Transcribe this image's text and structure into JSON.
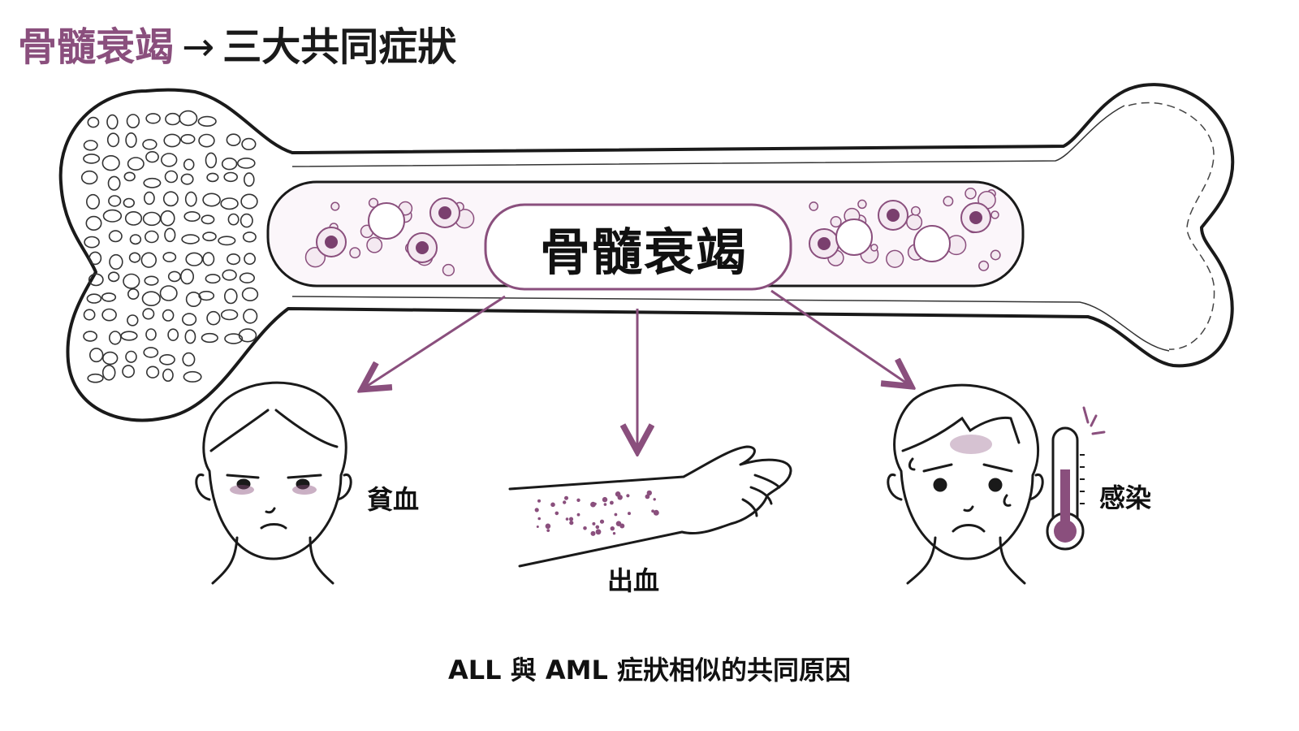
{
  "title": {
    "highlight": "骨髓衰竭",
    "arrow": "→",
    "rest": "三大共同症狀"
  },
  "center_label": "骨髓衰竭",
  "symptoms": [
    {
      "label": "貧血"
    },
    {
      "label": "出血"
    },
    {
      "label": "感染"
    }
  ],
  "footer": "ALL 與 AML 症狀相似的共同原因",
  "colors": {
    "accent": "#8a4f7d",
    "cell_fill": "#f4e9f1",
    "cell_core": "#7a3f6e",
    "ink": "#1a1a1a"
  }
}
